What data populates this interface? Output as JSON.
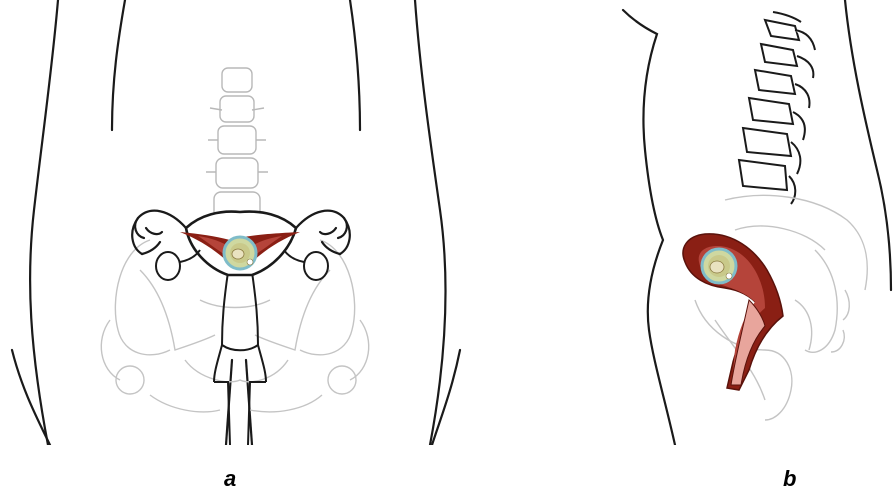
{
  "panels": [
    {
      "id": "a",
      "label": "a"
    },
    {
      "id": "b",
      "label": "b"
    }
  ],
  "colors": {
    "outline": "#1a1a1a",
    "bone_line": "#b8b8b8",
    "uterus_wall": "#8a1f14",
    "uterus_inner": "#b5443a",
    "cervix_pink": "#e8a59c",
    "amniotic_ring": "#c9c98a",
    "sac_blue": "#7fbcc9",
    "sac_green": "#cfd8a0",
    "embryo": "#e9e2c0"
  }
}
